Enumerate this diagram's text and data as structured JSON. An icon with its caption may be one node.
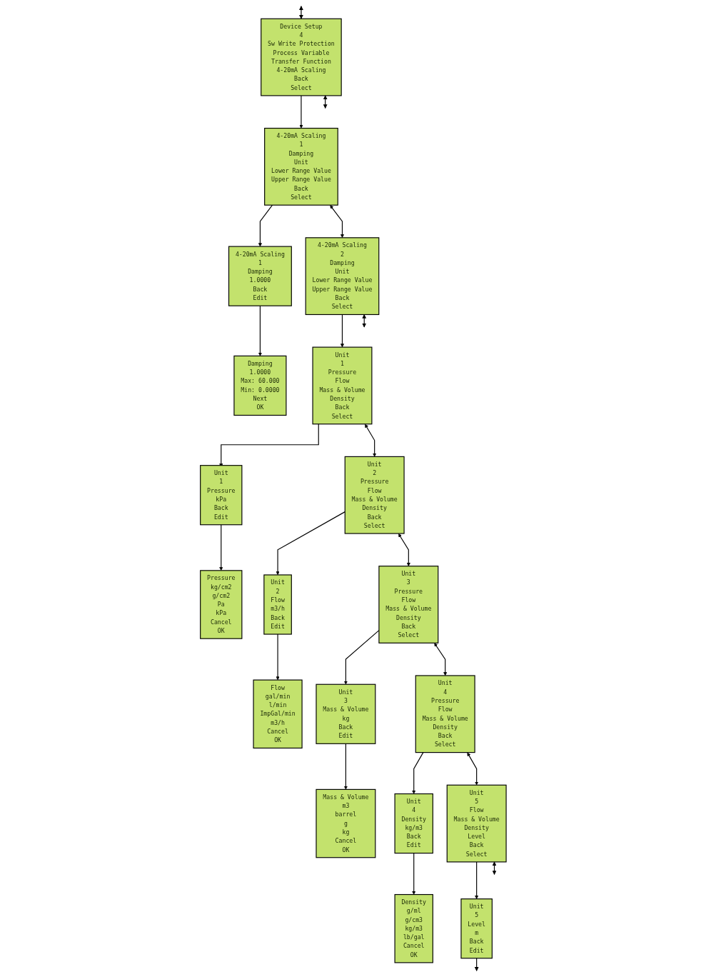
{
  "diagram": {
    "nodes": [
      {
        "text": [
          "Device Setup",
          "4",
          "Sw Write Protection",
          "Process Variable",
          "Transfer Function",
          "4-20mA Scaling",
          "Back",
          "Select"
        ]
      },
      {
        "text": [
          "4-20mA Scaling",
          "1",
          "Damping",
          "Unit",
          "Lower Range Value",
          "Upper Range Value",
          "Back",
          "Select"
        ]
      },
      {
        "text": [
          "4-20mA Scaling",
          "1",
          "Damping",
          "1.0000",
          "Back",
          "Edit"
        ]
      },
      {
        "text": [
          "Damping",
          "1.0000",
          "Max: 60.000",
          "Min: 0.0000",
          "Next",
          "OK"
        ]
      },
      {
        "text": [
          "4-20mA Scaling",
          "2",
          "Damping",
          "Unit",
          "Lower Range Value",
          "Upper Range Value",
          "Back",
          "Select"
        ]
      },
      {
        "text": [
          "Unit",
          "1",
          "Pressure",
          "Flow",
          "Mass & Volume",
          "Density",
          "Back",
          "Select"
        ]
      },
      {
        "text": [
          "Unit",
          "1",
          "Pressure",
          "kPa",
          "Back",
          "Edit"
        ]
      },
      {
        "text": [
          "Pressure",
          "kg/cm2",
          "g/cm2",
          "Pa",
          "kPa",
          "Cancel",
          "OK"
        ]
      },
      {
        "text": [
          "Unit",
          "2",
          "Pressure",
          "Flow",
          "Mass & Volume",
          "Density",
          "Back",
          "Select"
        ]
      },
      {
        "text": [
          "Unit",
          "2",
          "Flow",
          "m3/h",
          "Back",
          "Edit"
        ]
      },
      {
        "text": [
          "Flow",
          "gal/min",
          "l/min",
          "ImpGal/min",
          "m3/h",
          "Cancel",
          "OK"
        ]
      },
      {
        "text": [
          "Unit",
          "3",
          "Pressure",
          "Flow",
          "Mass & Volume",
          "Density",
          "Back",
          "Select"
        ]
      },
      {
        "text": [
          "Unit",
          "3",
          "Mass & Volume",
          "kg",
          "Back",
          "Edit"
        ]
      },
      {
        "text": [
          "Mass & Volume",
          "m3",
          "barrel",
          "g",
          "kg",
          "Cancel",
          "OK"
        ]
      },
      {
        "text": [
          "Unit",
          "4",
          "Pressure",
          "Flow",
          "Mass & Volume",
          "Density",
          "Back",
          "Select"
        ]
      },
      {
        "text": [
          "Unit",
          "4",
          "Density",
          "kg/m3",
          "Back",
          "Edit"
        ]
      },
      {
        "text": [
          "Density",
          "g/ml",
          "g/cm3",
          "kg/m3",
          "lb/gal",
          "Cancel",
          "OK"
        ]
      },
      {
        "text": [
          "Unit",
          "5",
          "Flow",
          "Mass & Volume",
          "Density",
          "Level",
          "Back",
          "Select"
        ]
      },
      {
        "text": [
          "Unit",
          "5",
          "Level",
          "m",
          "Back",
          "Edit"
        ]
      }
    ],
    "edges": [
      {
        "from": null,
        "to": 0,
        "arrow": "both"
      },
      {
        "from": 0,
        "to": null,
        "arrow": "both"
      },
      {
        "from": 0,
        "to": 1,
        "arrow": "to"
      },
      {
        "from": 1,
        "to": 2,
        "arrow": "to"
      },
      {
        "from": 2,
        "to": 3,
        "arrow": "to"
      },
      {
        "from": 1,
        "to": 4,
        "arrow": "both"
      },
      {
        "from": 4,
        "to": null,
        "arrow": "both"
      },
      {
        "from": 4,
        "to": 5,
        "arrow": "to"
      },
      {
        "from": 5,
        "to": 6,
        "arrow": "to"
      },
      {
        "from": 6,
        "to": 7,
        "arrow": "to"
      },
      {
        "from": 5,
        "to": 8,
        "arrow": "both"
      },
      {
        "from": 8,
        "to": 9,
        "arrow": "to"
      },
      {
        "from": 9,
        "to": 10,
        "arrow": "to"
      },
      {
        "from": 8,
        "to": 11,
        "arrow": "both"
      },
      {
        "from": 11,
        "to": 12,
        "arrow": "to"
      },
      {
        "from": 12,
        "to": 13,
        "arrow": "to"
      },
      {
        "from": 11,
        "to": 14,
        "arrow": "both"
      },
      {
        "from": 14,
        "to": 15,
        "arrow": "to"
      },
      {
        "from": 15,
        "to": 16,
        "arrow": "to"
      },
      {
        "from": 14,
        "to": 17,
        "arrow": "both"
      },
      {
        "from": 17,
        "to": 18,
        "arrow": "to"
      },
      {
        "from": 17,
        "to": null,
        "arrow": "both"
      },
      {
        "from": 18,
        "to": null,
        "arrow": "to"
      }
    ]
  }
}
